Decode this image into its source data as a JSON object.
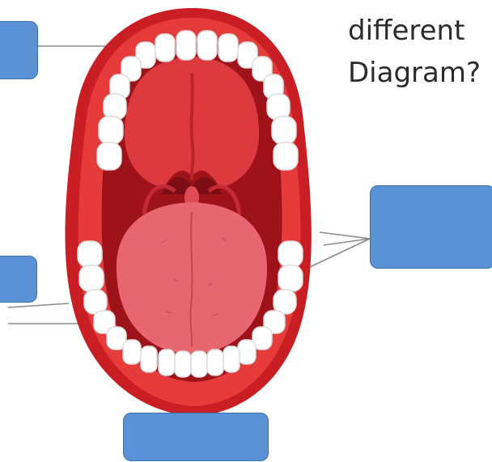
{
  "question": {
    "line1": "different",
    "line2": "Diagram?"
  },
  "colors": {
    "lip_outer": "#c81e24",
    "lip_inner": "#e63b3b",
    "mouth_cavity": "#9e121a",
    "palate": "#dd3a3f",
    "tongue": "#e86670",
    "teeth": "#ffffff",
    "label_box_fill": "#5b92d6",
    "label_box_border": "#3c6fae",
    "leader_line": "#8a8a8a"
  },
  "labels": [
    {
      "id": "top-left",
      "text": ""
    },
    {
      "id": "mid-left",
      "text": ""
    },
    {
      "id": "right",
      "text": ""
    },
    {
      "id": "bottom",
      "text": ""
    }
  ]
}
